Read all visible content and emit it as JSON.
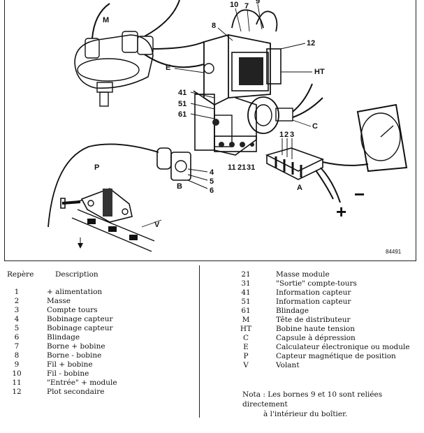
{
  "figure": {
    "labels": {
      "M": "M",
      "E": "E",
      "HT": "HT",
      "C": "C",
      "A": "A",
      "B": "B",
      "P": "P",
      "V": "V",
      "n10": "10",
      "n7": "7",
      "n9": "9",
      "n8": "8",
      "n12": "12",
      "n41": "41",
      "n51": "51",
      "n61": "61",
      "n1": "1",
      "n2": "2",
      "n3": "3",
      "n4": "4",
      "n5": "5",
      "n6": "6",
      "n11": "11",
      "n21": "21",
      "n31": "31"
    },
    "minus": "−",
    "plus": "+",
    "reference": "84491"
  },
  "legend": {
    "header_repere": "Repère",
    "header_description": "Description",
    "left": [
      {
        "num": "1",
        "desc": "+ alimentation"
      },
      {
        "num": "2",
        "desc": "Masse"
      },
      {
        "num": "3",
        "desc": "Compte tours"
      },
      {
        "num": "4",
        "desc": "Bobinage capteur"
      },
      {
        "num": "5",
        "desc": "Bobinage capteur"
      },
      {
        "num": "6",
        "desc": "Blindage"
      },
      {
        "num": "7",
        "desc": "Borne + bobine"
      },
      {
        "num": "8",
        "desc": "Borne - bobine"
      },
      {
        "num": "9",
        "desc": "Fil + bobine"
      },
      {
        "num": "10",
        "desc": "Fil - bobine"
      },
      {
        "num": "11",
        "desc": "\"Entrée\" + module"
      },
      {
        "num": "12",
        "desc": "Plot secondaire"
      }
    ],
    "right": [
      {
        "num": "21",
        "desc": "Masse module"
      },
      {
        "num": "31",
        "desc": "\"Sortie\" compte-tours"
      },
      {
        "num": "41",
        "desc": "Information capteur"
      },
      {
        "num": "51",
        "desc": "Information capteur"
      },
      {
        "num": "61",
        "desc": "Blindage"
      },
      {
        "num": "M",
        "desc": "Tête de distributeur"
      },
      {
        "num": "HT",
        "desc": "Bobine haute tension"
      },
      {
        "num": "C",
        "desc": "Capsule à dépression"
      },
      {
        "num": "E",
        "desc": "Calculateur électronique ou module"
      },
      {
        "num": "P",
        "desc": "Capteur magnétique de position"
      },
      {
        "num": "V",
        "desc": "Volant"
      }
    ],
    "note_line1": "Nota : Les bornes 9 et 10 sont reliées directement",
    "note_line2": "à l'intérieur du boîtier."
  }
}
